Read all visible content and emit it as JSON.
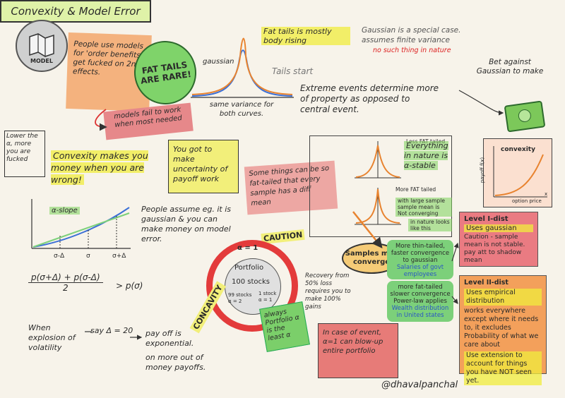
{
  "title": "Convexity & Model Error",
  "model_badge": "MODEL",
  "model_note": "People use models for 'order benefits. get fucked on 2nd effects.",
  "fat_tails_circle": "FAT TAILS ARE RARE!",
  "fail_note": "models fail to work when most needed",
  "fat_tails_rising": "Fat tails is mostly body rising",
  "gaussian_label": "gaussian",
  "tails_start": "Tails start",
  "same_variance": "same variance for both curves.",
  "gaussian_special": "Gaussian is a special case. assumes finite variance",
  "no_such_thing": "no such thing in nature",
  "extreme_events": "Extreme events determine more of property as opposed to central event.",
  "bet_against": "Bet against Gaussian to make",
  "convexity_chart": {
    "title": "convexity",
    "ylabel": "payoff f(x)",
    "xlabel": "option price",
    "axis_x_end": "x"
  },
  "lower_alpha": "Lower the α, more you are fucked",
  "convexity_money": "Convexity makes you money when you are wrong!",
  "alpha_slope": "α-slope",
  "jensen_ticks": [
    "σ-Δ",
    "σ",
    "σ+Δ"
  ],
  "jensen_note": "People assume eg. it is gaussian & you can make money on model error.",
  "jensen_formula": {
    "numerator": "p(σ+Δ) + p(σ-Δ)",
    "denominator": "2",
    "rhs": "> p(σ)"
  },
  "explosion": {
    "when": "When explosion of volatility",
    "say": "say Δ = 20",
    "payoff": "pay off is exponential.",
    "more_out": "on more out of money payoffs."
  },
  "uncertainty_box": "You got to make uncertainty of payoff work",
  "some_things": "Some things can be so fat-tailed that every sample has a diff mean",
  "panel": {
    "less_fat": "Less FAT tailed",
    "more_fat": "More FAT tailed",
    "large_sample": "with large sample sample mean is Not converging",
    "in_nature": "in nature looks like this"
  },
  "alpha_stable": "Everything in nature is α-stable",
  "samples_oval": "Samples may converge",
  "thin_note": {
    "head": "More thin-tailed, faster convergence to gaussian",
    "sub": "Salaries of govt employees"
  },
  "fat_note": {
    "head": "more fat-tailed slower convergence",
    "law": "Power-law applies",
    "sub": "Wealth distribution in United states"
  },
  "caution": "CAUTION",
  "alpha_eq": "α = 1",
  "concavity": "CONCAVITY",
  "portfolio": {
    "title": "Portfolio",
    "stocks": "100 stocks",
    "sub1": "99 stocks α = 2",
    "sub2": "1 stock α = 1"
  },
  "recovery": "Recovery from 50% loss requires you to make 100% gains",
  "always_note": "always Portfolio α is the least α",
  "blowup_note": "In case of event, α=1 can blow-up entire portfolio",
  "level1": {
    "title": "Level I-dist",
    "line1": "Uses gaussian",
    "line2": "Caution - sample mean is not stable. pay att to shadow mean"
  },
  "level2": {
    "title": "Level II-dist",
    "line1": "Uses empirical distribution",
    "line2": "works everywhere except where it needs to, it excludes Probability of what we care about",
    "line3": "Use extension to account for things you have NOT seen yet."
  },
  "author": "@dhavalpanchal",
  "colors": {
    "gaussian_curve": "#3b6fd6",
    "fat_curve": "#e8832f",
    "accent_green": "#7cd07a",
    "accent_yellow": "#f2ef7a",
    "caution_red": "#e33b3b"
  }
}
